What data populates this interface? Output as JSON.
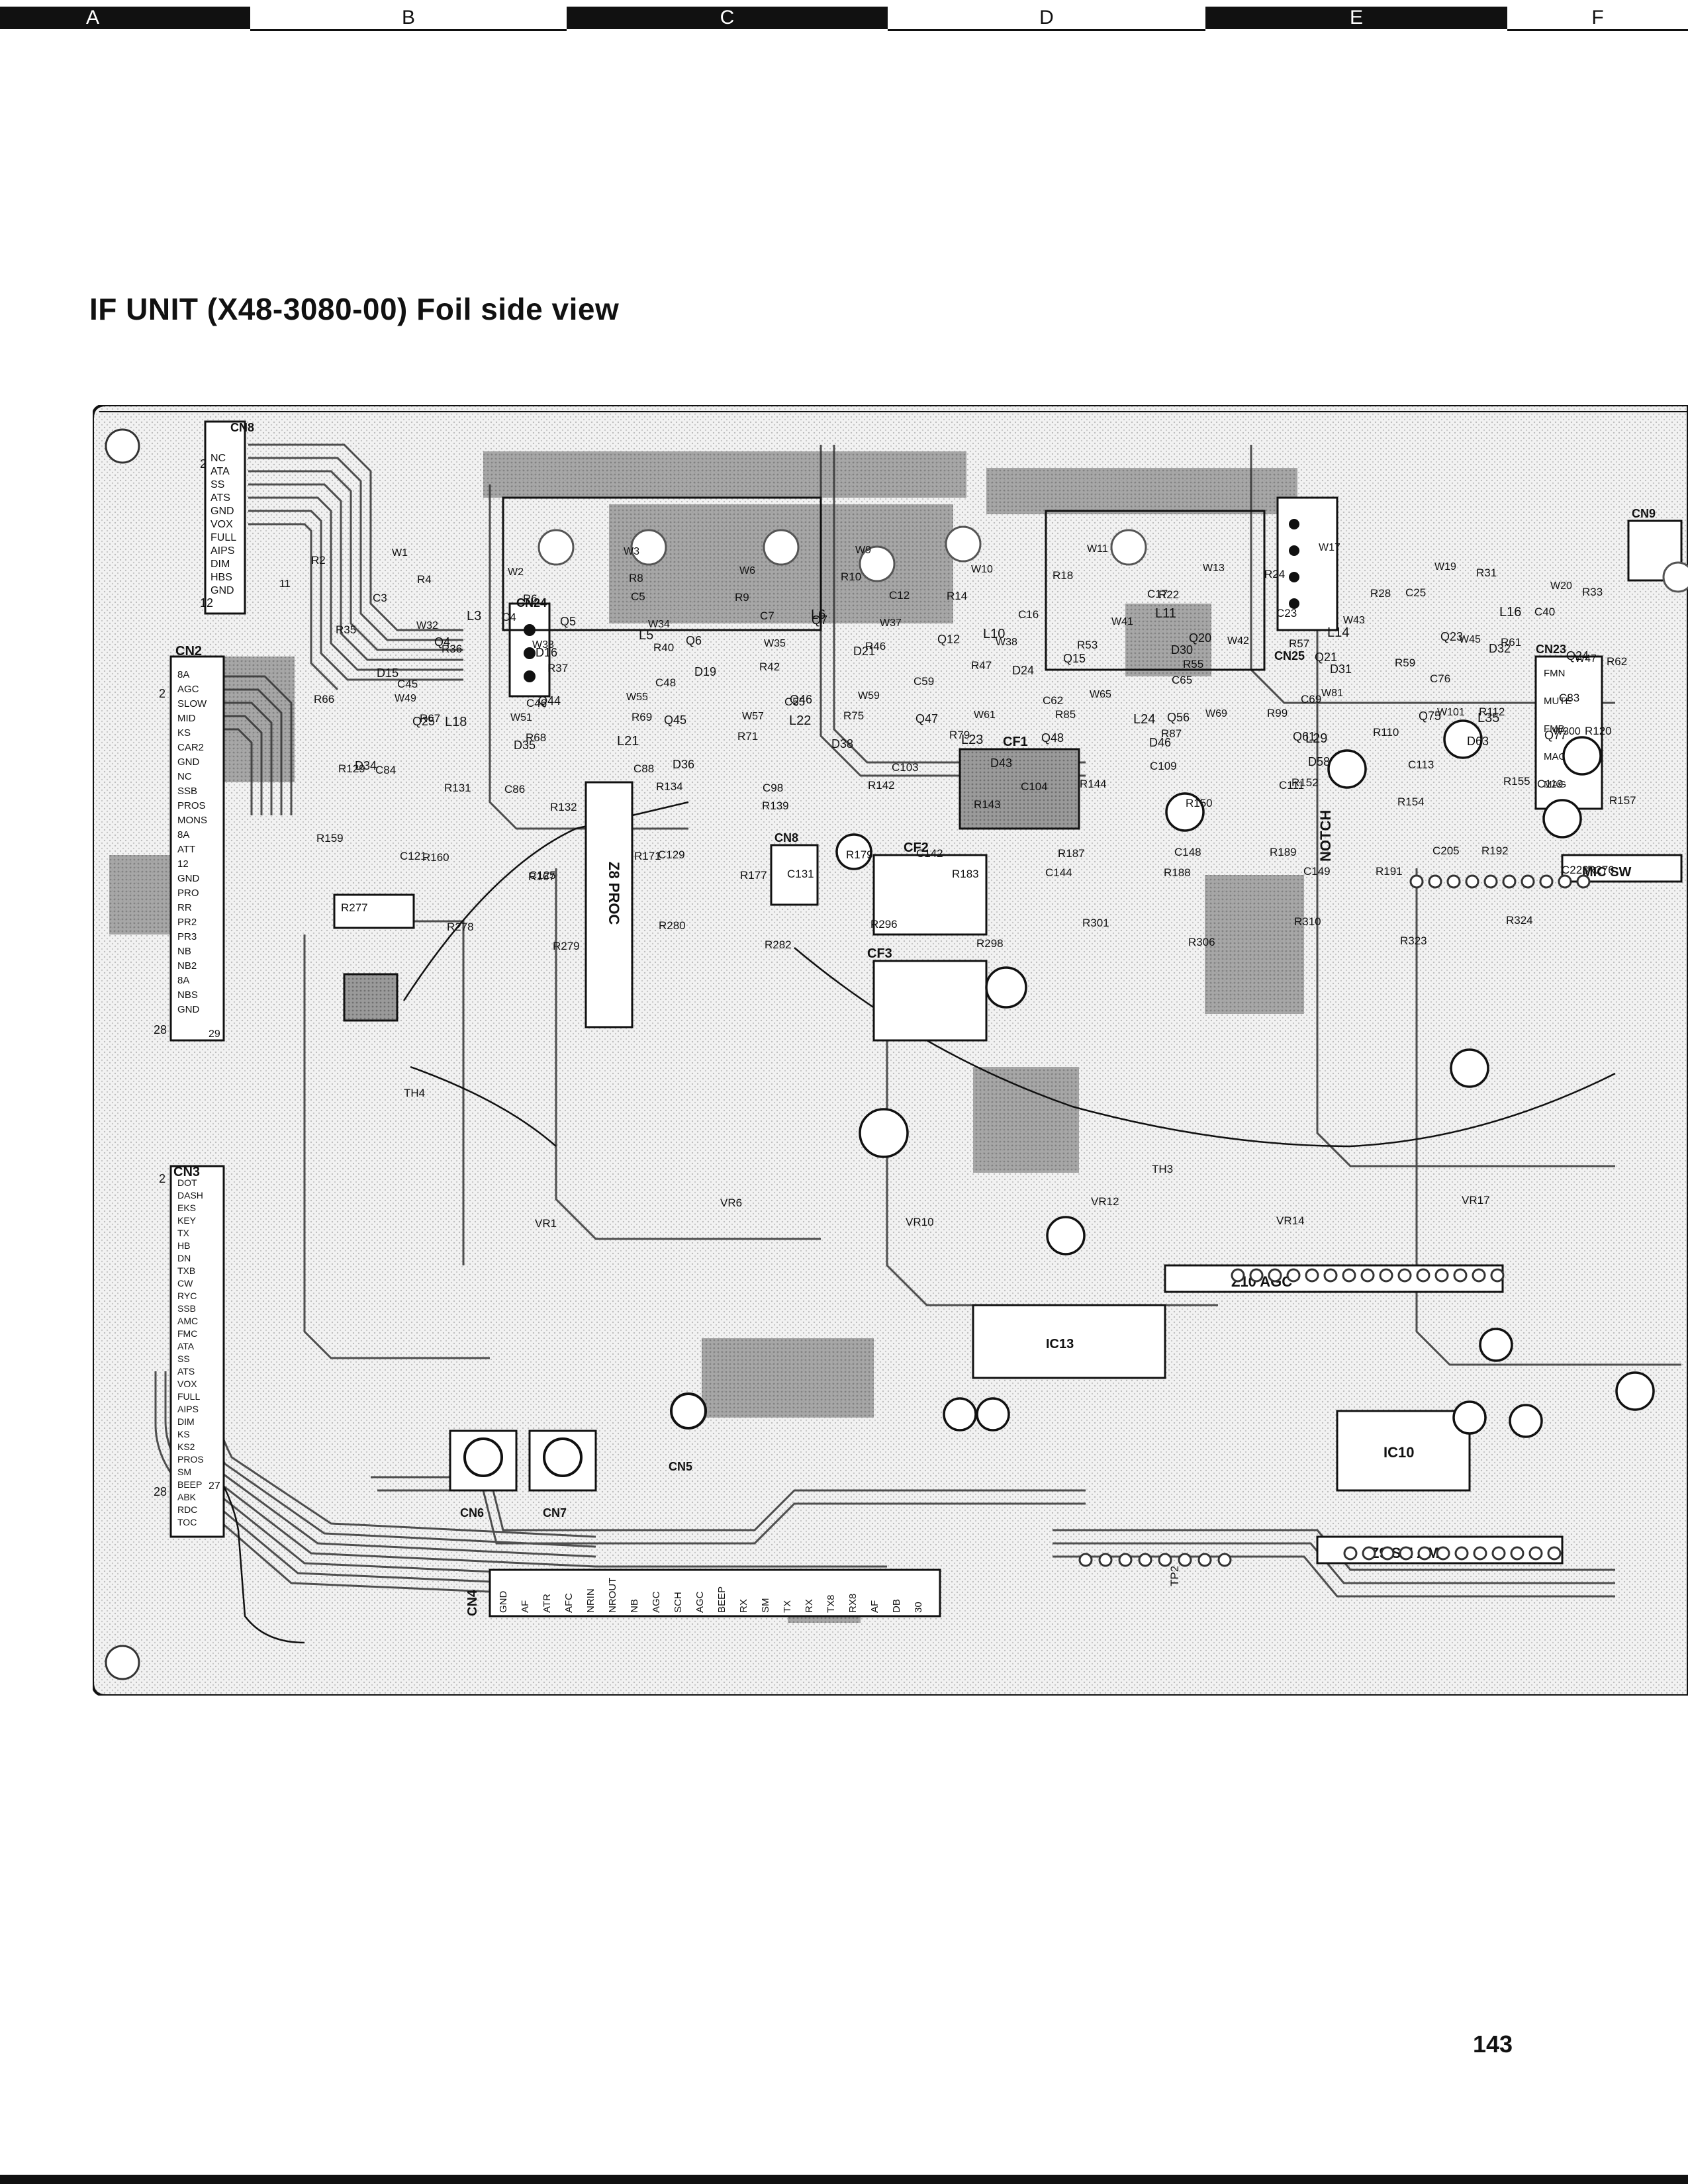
{
  "zones": [
    "A",
    "B",
    "C",
    "D",
    "E",
    "F"
  ],
  "title": "IF UNIT (X48-3080-00) Foil side view",
  "page_number": "143",
  "board": {
    "connectors": {
      "cn8": {
        "label": "CN8",
        "pin_first": "2",
        "pin_last": "12",
        "pin_11": "11",
        "pins": [
          "NC",
          "ATA",
          "SS",
          "ATS",
          "GND",
          "VOX",
          "FULL",
          "AIPS",
          "DIM",
          "HBS",
          "GND"
        ]
      },
      "cn2": {
        "label": "CN2",
        "pin_first": "2",
        "pin_last": "28",
        "pin_29": "29",
        "pins": [
          "8A",
          "AGC",
          "SLOW",
          "MID",
          "KS",
          "CAR2",
          "GND",
          "NC",
          "SSB",
          "PROS",
          "MONS",
          "8A",
          "ATT",
          "12",
          "GND",
          "PRO",
          "RR",
          "PR2",
          "PR3",
          "NB",
          "NB2",
          "8A",
          "NBS",
          "GND"
        ]
      },
      "cn3": {
        "label": "CN3",
        "pin_first": "2",
        "pin_last": "28",
        "pin_27": "27",
        "pins": [
          "DOT",
          "DASH",
          "EKS",
          "KEY",
          "TX",
          "HB",
          "DN",
          "TXB",
          "CW",
          "RYC",
          "SSB",
          "AMC",
          "FMC",
          "ATA",
          "SS",
          "ATS",
          "VOX",
          "FULL",
          "AIPS",
          "DIM",
          "KS",
          "KS2",
          "PROS",
          "SM",
          "BEEP",
          "ABK",
          "RDC",
          "TOC"
        ]
      },
      "cn4": {
        "label": "CN4",
        "pins": [
          "GND",
          "AF",
          "ATR",
          "AFC",
          "NRIN",
          "NROUT",
          "NB",
          "AGC",
          "SCH",
          "AGC",
          "BEEP",
          "RX",
          "SM",
          "TX",
          "RX",
          "TX8",
          "RX8",
          "AF",
          "DB",
          "30"
        ]
      },
      "cn24": "CN24",
      "cn25": "CN25",
      "cn23": {
        "label": "CN23",
        "pins": [
          "FMN",
          "MUTE",
          "FMB",
          "MAG",
          "MAG"
        ]
      },
      "cn9": "CN9",
      "cn6": "CN6",
      "cn5": "CN5",
      "cn7": "CN7",
      "cn8b": "CN8"
    },
    "filters": {
      "cf1": "CF1",
      "cf2": "CF2",
      "cf3": "CF3"
    },
    "modules": {
      "m1": "Z8 PROC",
      "m2": "Z10 AGC",
      "m3": "Z9 SM AMP",
      "notch": "NOTCH",
      "mic_sw": "MIC SW"
    },
    "ics": {
      "ic10": "IC10",
      "ic13": "IC13"
    },
    "coils": [
      "L3",
      "L5",
      "L6",
      "L10",
      "L11",
      "L14",
      "L16",
      "L18",
      "L21",
      "L22",
      "L23",
      "L24",
      "L29",
      "L35"
    ],
    "transistors": [
      "Q4",
      "Q5",
      "Q6",
      "Q7",
      "Q12",
      "Q15",
      "Q20",
      "Q21",
      "Q23",
      "Q24",
      "Q25",
      "Q44",
      "Q45",
      "Q46",
      "Q47",
      "Q48",
      "Q56",
      "Q61",
      "Q75",
      "Q77"
    ],
    "diodes": [
      "D15",
      "D16",
      "D19",
      "D21",
      "D24",
      "D30",
      "D31",
      "D32",
      "D34",
      "D35",
      "D36",
      "D38",
      "D43",
      "D46",
      "D58",
      "D63"
    ],
    "capacitors": [
      "C3",
      "C4",
      "C5",
      "C7",
      "C12",
      "C16",
      "C17",
      "C23",
      "C25",
      "C40",
      "C45",
      "C46",
      "C48",
      "C55",
      "C59",
      "C62",
      "C65",
      "C69",
      "C76",
      "C83",
      "C84",
      "C86",
      "C88",
      "C98",
      "C103",
      "C104",
      "C109",
      "C111",
      "C113",
      "C119",
      "C121",
      "C125",
      "C129",
      "C131",
      "C142",
      "C144",
      "C148",
      "C149",
      "C205",
      "C223"
    ],
    "resistors": [
      "R2",
      "R4",
      "R6",
      "R8",
      "R9",
      "R10",
      "R14",
      "R18",
      "R22",
      "R24",
      "R28",
      "R31",
      "R33",
      "R35",
      "R36",
      "R37",
      "R40",
      "R42",
      "R46",
      "R47",
      "R53",
      "R55",
      "R57",
      "R59",
      "R61",
      "R62",
      "R66",
      "R67",
      "R68",
      "R69",
      "R71",
      "R75",
      "R79",
      "R85",
      "R87",
      "R99",
      "R110",
      "R112",
      "R120",
      "R129",
      "R131",
      "R132",
      "R134",
      "R139",
      "R142",
      "R143",
      "R144",
      "R150",
      "R152",
      "R154",
      "R155",
      "R157",
      "R159",
      "R160",
      "R167",
      "R171",
      "R177",
      "R179",
      "R183",
      "R187",
      "R188",
      "R189",
      "R191",
      "R192",
      "R276",
      "R277",
      "R278",
      "R279",
      "R280",
      "R282",
      "R296",
      "R298",
      "R301",
      "R306",
      "R310",
      "R323",
      "R324"
    ],
    "jumpers": [
      "W1",
      "W2",
      "W3",
      "W6",
      "W9",
      "W10",
      "W11",
      "W13",
      "W17",
      "W19",
      "W20",
      "W32",
      "W33",
      "W34",
      "W35",
      "W37",
      "W38",
      "W41",
      "W42",
      "W43",
      "W45",
      "W47",
      "W49",
      "W51",
      "W55",
      "W57",
      "W59",
      "W61",
      "W65",
      "W69",
      "W81",
      "W101",
      "W300"
    ],
    "vrs": [
      "VR1",
      "VR6",
      "VR10",
      "VR12",
      "VR14",
      "VR17"
    ],
    "misc": {
      "th3": "TH3",
      "th4": "TH4",
      "tp2": "TP2"
    }
  }
}
